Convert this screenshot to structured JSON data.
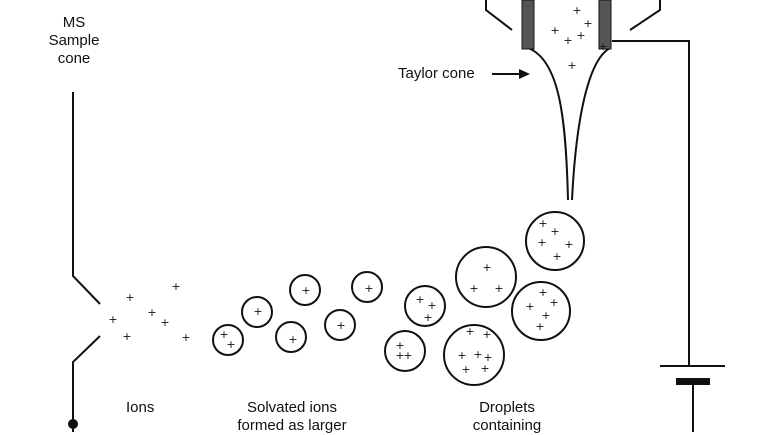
{
  "labels": {
    "ms_sample_cone_line1": "MS",
    "ms_sample_cone_line2": "Sample",
    "ms_sample_cone_line3": "cone",
    "taylor_cone": "Taylor cone",
    "ions": "Ions",
    "solvated_line1": "Solvated ions",
    "solvated_line2": "formed as larger",
    "droplets_line1": "Droplets",
    "droplets_line2": "containing"
  },
  "symbols": {
    "positive_charge": "+"
  },
  "colors": {
    "ink": "#111111",
    "capillary_wall": "#555555",
    "background": "#ffffff"
  }
}
